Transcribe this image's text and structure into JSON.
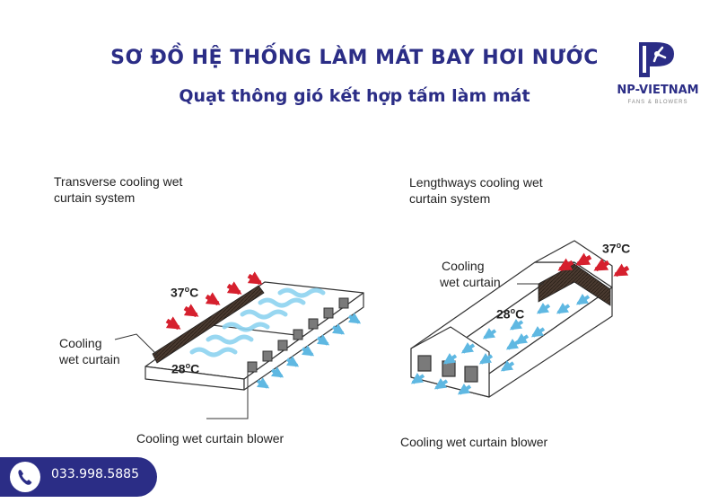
{
  "header": {
    "title": "SƠ ĐỒ HỆ THỐNG LÀM MÁT BAY HƠI NƯỚC",
    "subtitle": "Quạt thông gió kết hợp tấm làm mát"
  },
  "logo": {
    "letter": "P",
    "name": "NP-VIETNAM",
    "tagline": "FANS & BLOWERS",
    "color": "#2b2d86"
  },
  "left_diagram": {
    "title_line1": "Transverse cooling wet",
    "title_line2": "curtain system",
    "hot_temp": "37",
    "cool_temp": "28",
    "temp_unit": "C",
    "temp_degree": "o",
    "curtain_label_line1": "Cooling",
    "curtain_label_line2": "wet curtain",
    "blower_label": "Cooling wet curtain blower"
  },
  "right_diagram": {
    "title_line1": "Lengthways cooling wet",
    "title_line2": "curtain system",
    "hot_temp": "37",
    "cool_temp": "28",
    "temp_unit": "C",
    "temp_degree": "o",
    "curtain_label_line1": "Cooling",
    "curtain_label_line2": "wet curtain",
    "blower_label": "Cooling wet curtain blower"
  },
  "contact": {
    "phone": "033.998.5885",
    "icon": "phone-icon"
  },
  "colors": {
    "brand": "#2b2d86",
    "hot_air": "#d6202e",
    "cool_air": "#5fb8e2",
    "curtain": "#4a3a30",
    "outline": "#333333"
  }
}
